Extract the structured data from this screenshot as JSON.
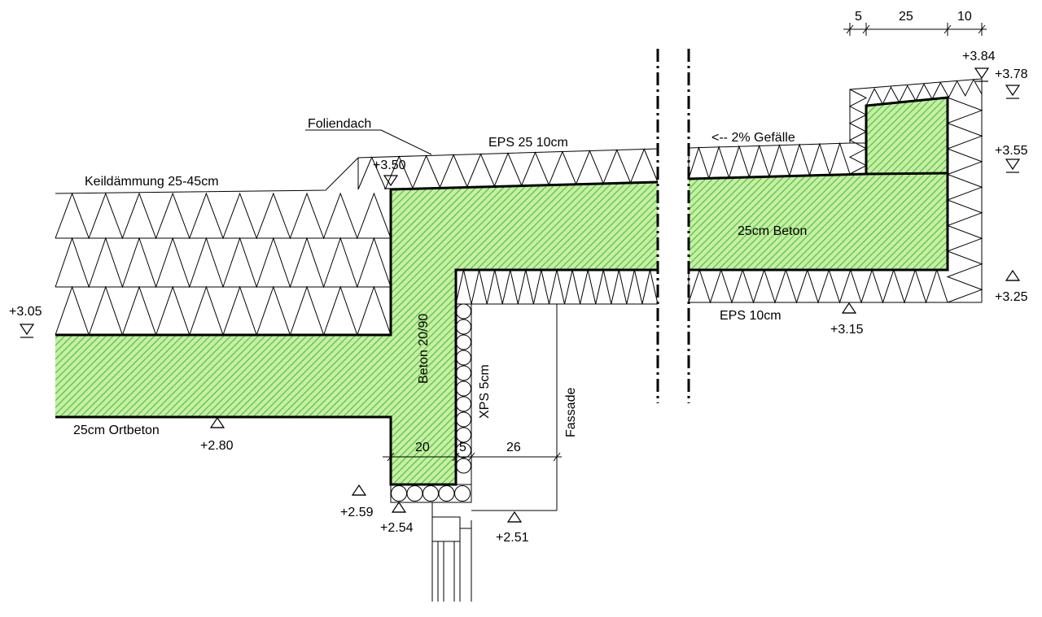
{
  "labels": {
    "foliendach": "Foliendach",
    "eps_top": "EPS 25 10cm",
    "keil": "Keildämmung 25-45cm",
    "gefaelle": "<-- 2% Gefälle",
    "beton_right": "25cm Beton",
    "eps_bottom": "EPS 10cm",
    "beton_col": "Beton 20/90",
    "xps": "XPS 5cm",
    "fassade": "Fassade",
    "ortbeton": "25cm Ortbeton"
  },
  "levels": {
    "l384": "+3.84",
    "l378": "+3.78",
    "l355": "+3.55",
    "l350": "+3.50",
    "l325": "+3.25",
    "l315": "+3.15",
    "l305": "+3.05",
    "l280": "+2.80",
    "l259": "+2.59",
    "l254": "+2.54",
    "l251": "+2.51"
  },
  "dims": {
    "top_5": "5",
    "top_25": "25",
    "top_10": "10",
    "bottom_20": "20",
    "bottom_5": "5",
    "bottom_26": "26"
  },
  "colors": {
    "concrete_fill": "#c6f0a0",
    "concrete_hatch": "#4cb84c",
    "line": "#000000"
  }
}
